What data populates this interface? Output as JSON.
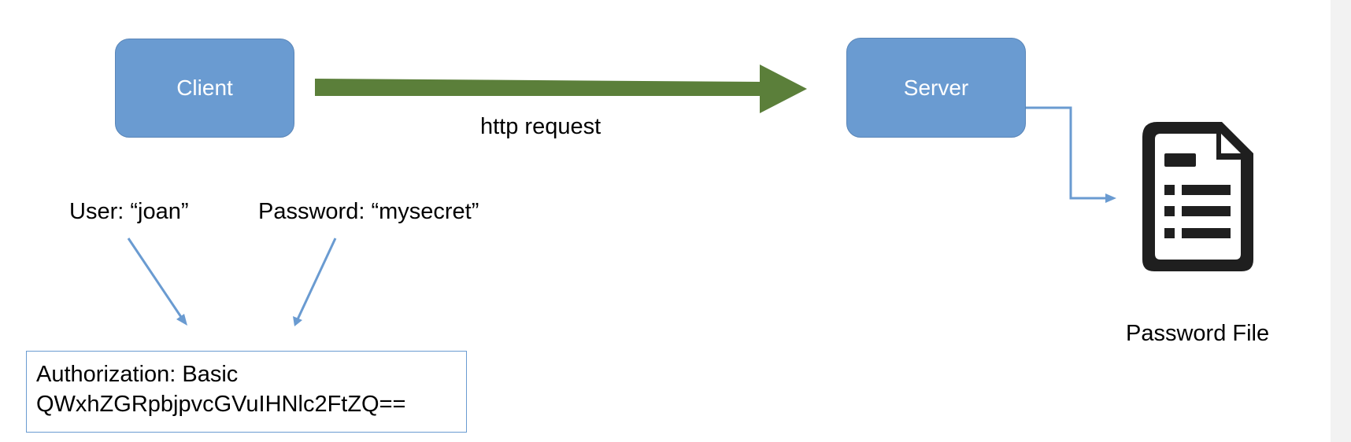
{
  "nodes": {
    "client": "Client",
    "server": "Server"
  },
  "labels": {
    "http_request": "http request",
    "user": "User: “joan”",
    "password": "Password: “mysecret”",
    "password_file": "Password File"
  },
  "auth": {
    "line1": "Authorization: Basic",
    "line2": "QWxhZGRpbjpvcGVuIHNlc2FtZQ=="
  },
  "colors": {
    "node_fill": "#6a9bd1",
    "arrow_green": "#5b7f3a",
    "connector_blue": "#6a9bd1",
    "icon_dark": "#1f1f1f"
  },
  "icons": {
    "password_file": "document-list-icon"
  }
}
